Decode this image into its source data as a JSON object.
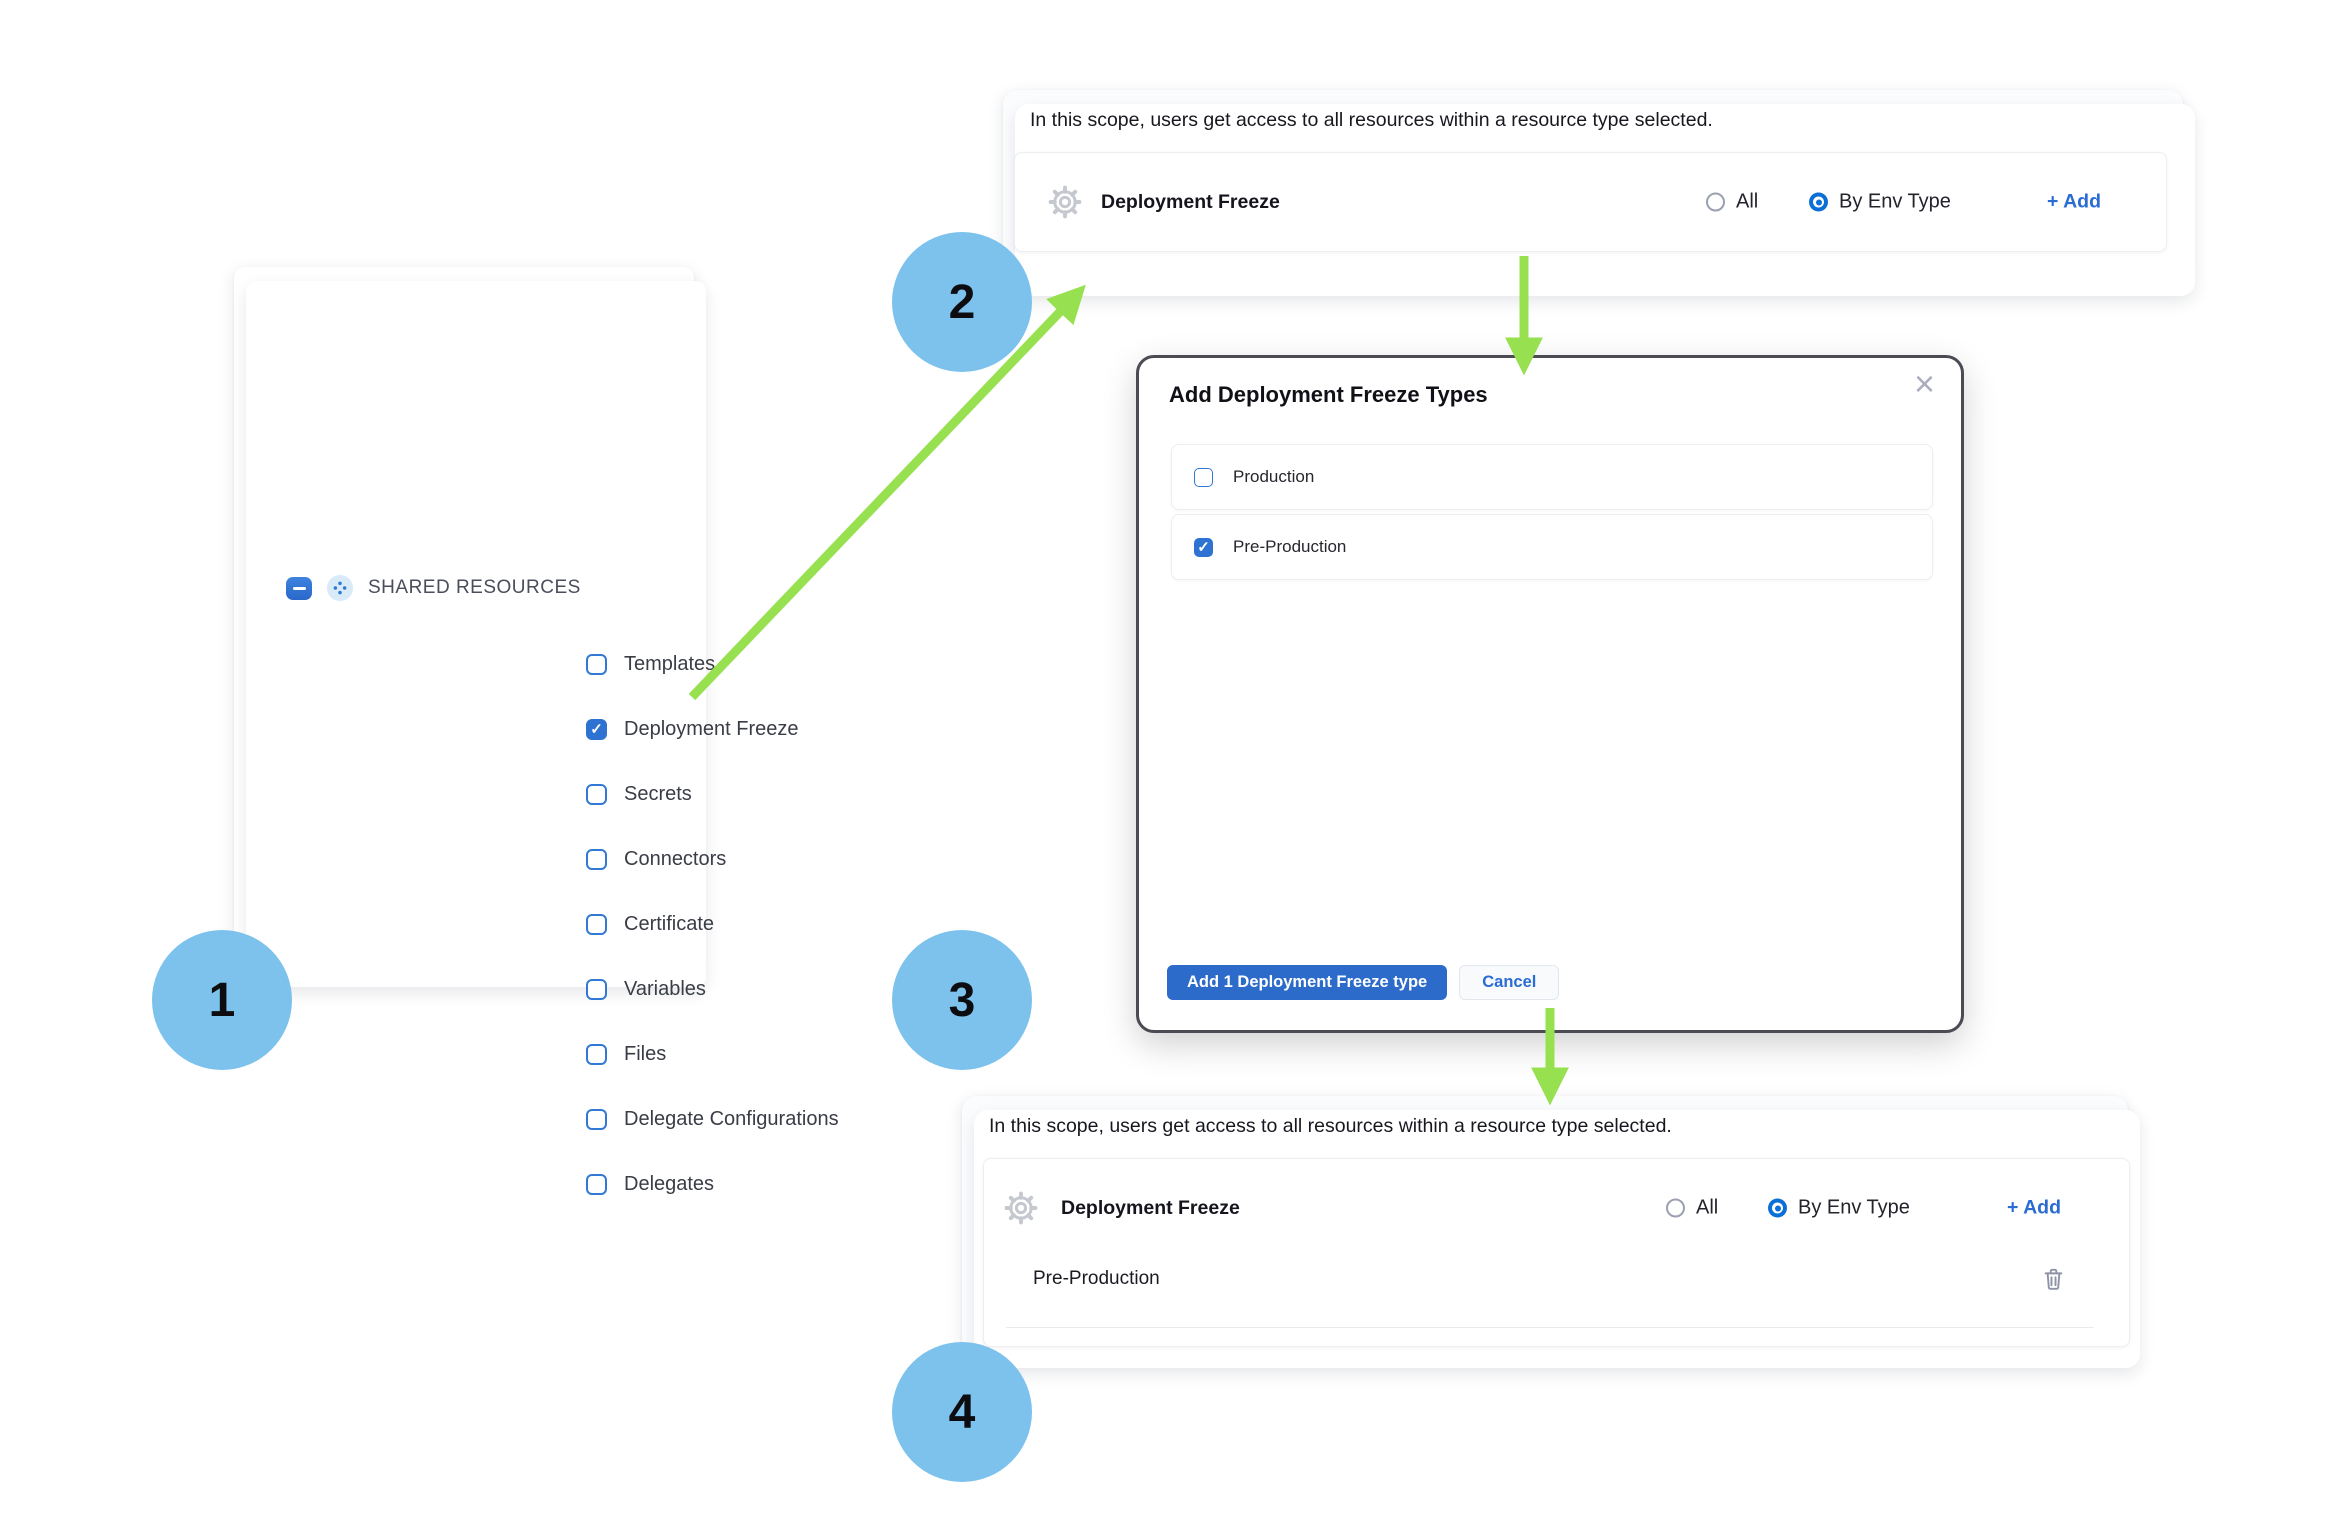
{
  "steps": {
    "one": "1",
    "two": "2",
    "three": "3",
    "four": "4"
  },
  "sidebar": {
    "title": "SHARED RESOURCES",
    "check_glyph": "✓",
    "items": [
      {
        "label": "Templates",
        "checked": false
      },
      {
        "label": "Deployment Freeze",
        "checked": true
      },
      {
        "label": "Secrets",
        "checked": false
      },
      {
        "label": "Connectors",
        "checked": false
      },
      {
        "label": "Certificate",
        "checked": false
      },
      {
        "label": "Variables",
        "checked": false
      },
      {
        "label": "Files",
        "checked": false
      },
      {
        "label": "Delegate Configurations",
        "checked": false
      },
      {
        "label": "Delegates",
        "checked": false
      }
    ]
  },
  "scope_panel_top": {
    "description": "In this scope, users get access to all resources within a resource type selected.",
    "resource_label": "Deployment Freeze",
    "option_all": "All",
    "option_by_env": "By Env Type",
    "selected_option": "By Env Type",
    "add_label": "+ Add"
  },
  "modal": {
    "title": "Add Deployment Freeze Types",
    "close_glyph": "×",
    "check_glyph": "✓",
    "options": [
      {
        "label": "Production",
        "checked": false
      },
      {
        "label": "Pre-Production",
        "checked": true
      }
    ],
    "primary_button": "Add 1 Deployment Freeze type",
    "cancel_button": "Cancel"
  },
  "scope_panel_bottom": {
    "description": "In this scope, users get access to all resources within a resource type selected.",
    "resource_label": "Deployment Freeze",
    "option_all": "All",
    "option_by_env": "By Env Type",
    "selected_option": "By Env Type",
    "add_label": "+ Add",
    "env_rows": [
      {
        "label": "Pre-Production"
      }
    ]
  },
  "colors": {
    "accent_blue": "#2D6BCB",
    "checkbox_blue": "#2E73D2",
    "radio_blue": "#0A6FD6",
    "step_circle_blue": "#7CC2EC",
    "arrow_green": "#97E04F",
    "modal_border": "#4A4B53"
  }
}
